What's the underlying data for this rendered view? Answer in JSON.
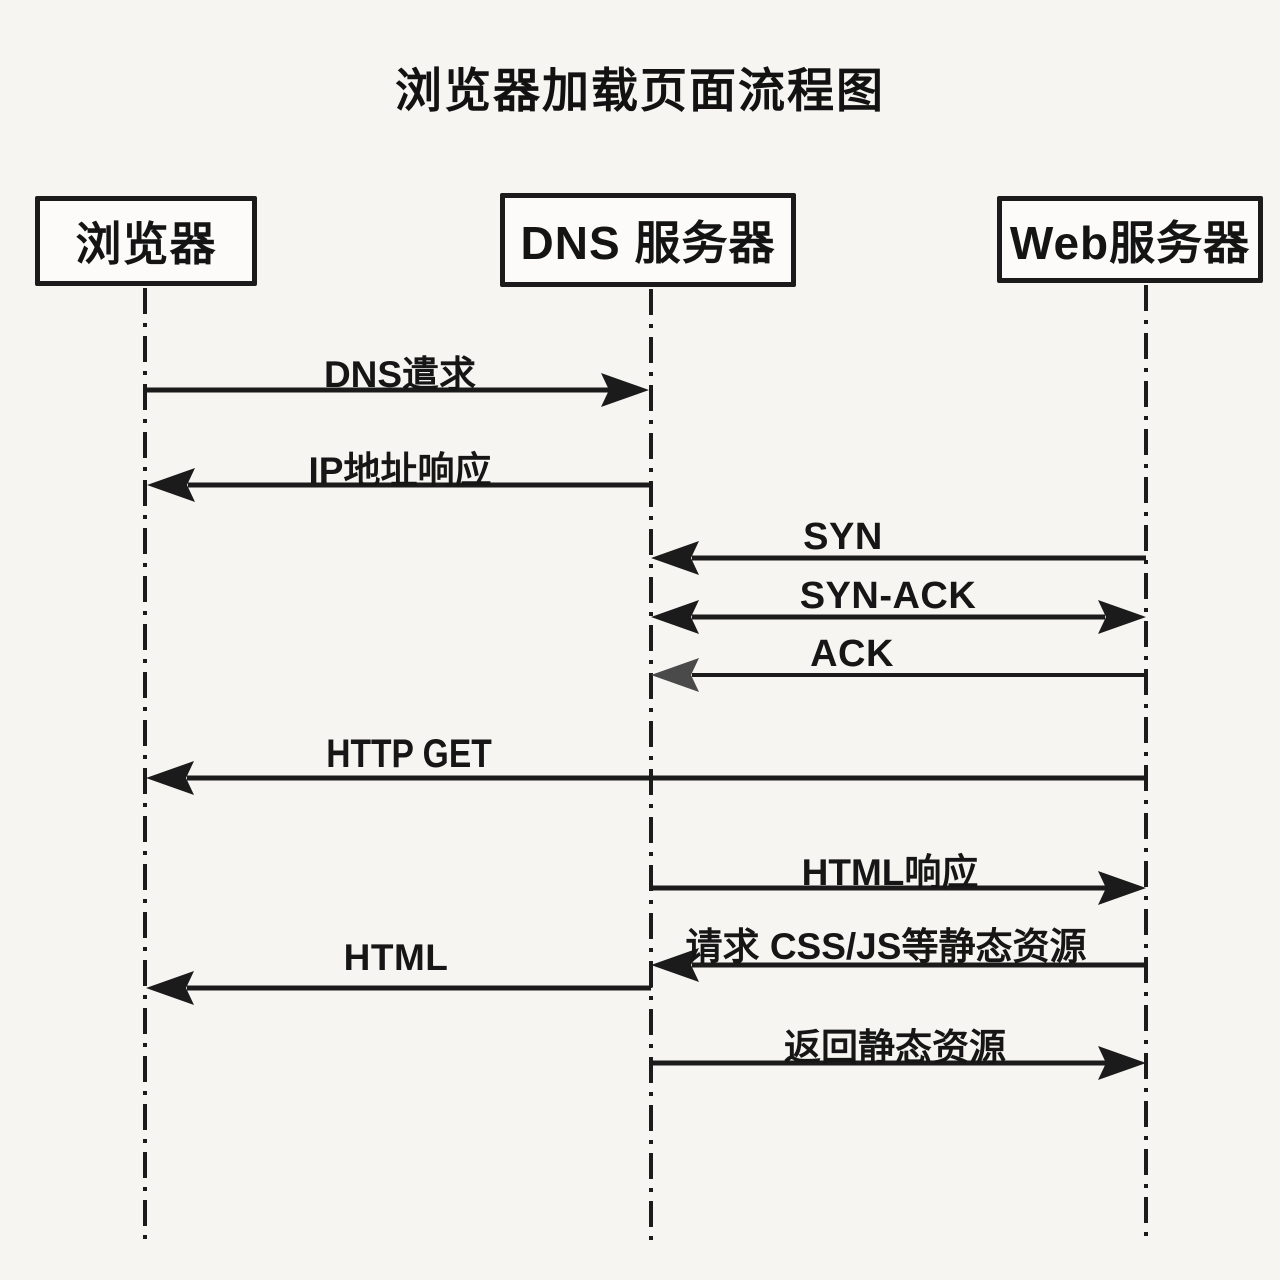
{
  "title": "浏览器加载页面流程图",
  "actors": [
    {
      "id": "browser",
      "label": "浏览器"
    },
    {
      "id": "dns",
      "label": "DNS 服务器"
    },
    {
      "id": "web",
      "label": "Web服务器"
    }
  ],
  "messages": [
    {
      "label": "DNS遣求",
      "from": "浏览器",
      "to": "DNS 服务器",
      "direction": "right"
    },
    {
      "label": "IP地址响应",
      "from": "DNS 服务器",
      "to": "浏览器",
      "direction": "left"
    },
    {
      "label": "SYN",
      "from": "Web服务器",
      "to": "DNS 服务器",
      "direction": "left"
    },
    {
      "label": "SYN-ACK",
      "from": "DNS 服务器",
      "to": "Web服务器",
      "direction": "both"
    },
    {
      "label": "ACK",
      "from": "Web服务器",
      "to": "DNS 服务器",
      "direction": "left"
    },
    {
      "label": "HTTP GET",
      "from": "Web服务器",
      "to": "浏览器",
      "direction": "left"
    },
    {
      "label": "HTML响应",
      "from": "DNS 服务器",
      "to": "Web服务器",
      "direction": "right"
    },
    {
      "label": "请求 CSS/JS等静态资源",
      "from": "Web服务器",
      "to": "DNS 服务器",
      "direction": "left"
    },
    {
      "label": "HTML",
      "from": "DNS 服务器",
      "to": "浏览器",
      "direction": "left"
    },
    {
      "label": "返回静态资源",
      "from": "DNS 服务器",
      "to": "Web服务器",
      "direction": "right"
    }
  ],
  "colors": {
    "background": "#f7f5f2",
    "line": "#1b1b1b",
    "text": "#141414",
    "box_fill": "#fcfbf9",
    "ack_arrowhead": "#4a4a4a"
  }
}
